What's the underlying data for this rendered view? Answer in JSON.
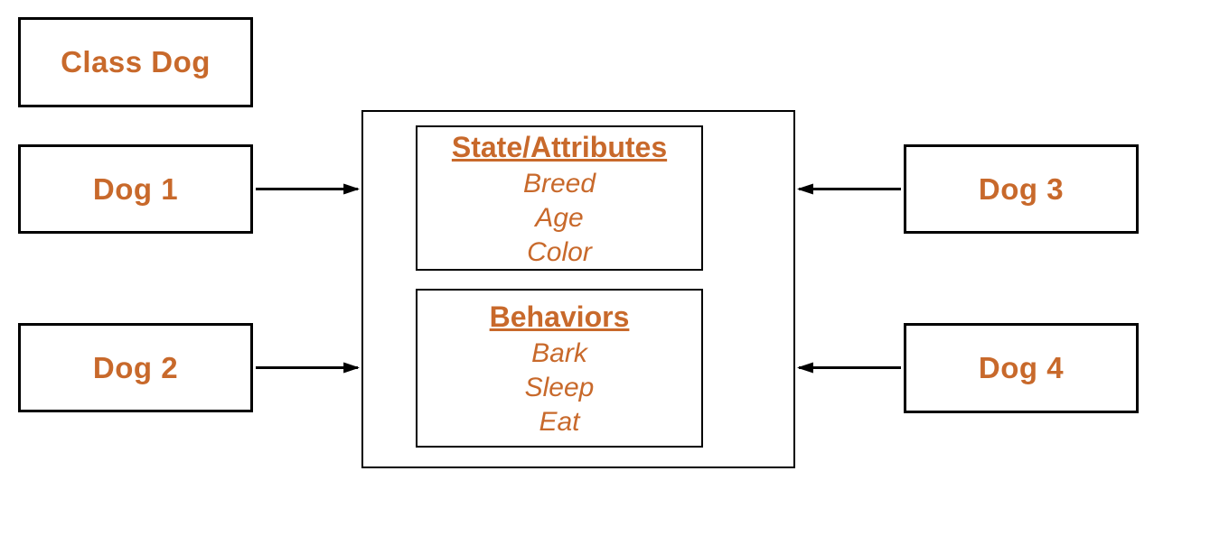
{
  "diagram": {
    "class_box": {
      "label": "Class Dog"
    },
    "instances": [
      {
        "label": "Dog 1"
      },
      {
        "label": "Dog 2"
      },
      {
        "label": "Dog 3"
      },
      {
        "label": "Dog 4"
      }
    ],
    "sections": {
      "attributes": {
        "title": "State/Attributes",
        "items": [
          "Breed",
          "Age",
          "Color"
        ]
      },
      "behaviors": {
        "title": "Behaviors",
        "items": [
          "Bark",
          "Sleep",
          "Eat"
        ]
      }
    },
    "colors": {
      "accent_text": "#C8692B",
      "stroke": "#000000",
      "background": "#FFFFFF"
    }
  }
}
